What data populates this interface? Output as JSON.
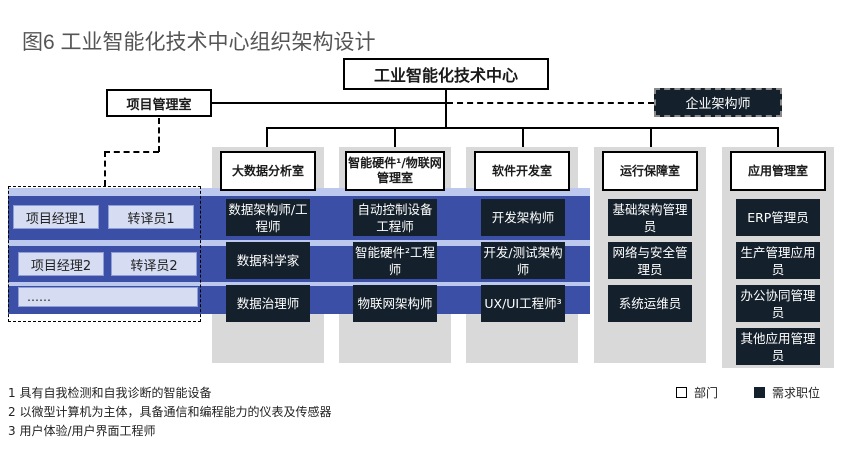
{
  "title": "图6 工业智能化技术中心组织架构设计",
  "center": "工业智能化技术中心",
  "project_office": "项目管理室",
  "enterprise_architect": "企业架构师",
  "departments": [
    {
      "name": "大数据分析室",
      "roles": [
        "数据架构师/工程师",
        "数据科学家",
        "数据治理师"
      ]
    },
    {
      "name": "智能硬件¹/物联网管理室",
      "roles": [
        "自动控制设备工程师",
        "智能硬件²工程师",
        "物联网架构师"
      ]
    },
    {
      "name": "软件开发室",
      "roles": [
        "开发架构师",
        "开发/测试架构师",
        "UX/UI工程师³"
      ]
    },
    {
      "name": "运行保障室",
      "roles": [
        "基础架构管理员",
        "网络与安全管理员",
        "系统运维员"
      ]
    },
    {
      "name": "应用管理室",
      "roles": [
        "ERP管理员",
        "生产管理应用员",
        "办公协同管理员",
        "其他应用管理员"
      ]
    }
  ],
  "project_rows": [
    {
      "manager": "项目经理1",
      "translator": "转译员1"
    },
    {
      "manager": "项目经理2",
      "translator": "转译员2"
    }
  ],
  "more": "……",
  "footnotes": [
    "1 具有自我检测和自我诊断的智能设备",
    "2 以微型计算机为主体，具备通信和编程能力的仪表及传感器",
    "3 用户体验/用户界面工程师"
  ],
  "legend": {
    "dept": "部门",
    "role": "需求职位"
  }
}
